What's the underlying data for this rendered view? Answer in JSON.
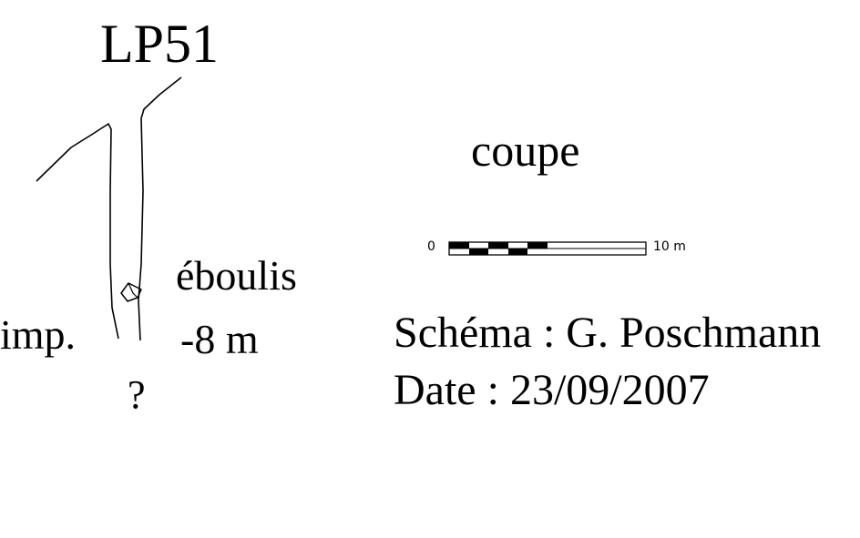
{
  "title": "LP51",
  "view_label": "coupe",
  "scale_bar": {
    "start_label": "0",
    "end_label": "10 m"
  },
  "labels": {
    "debris": "éboulis",
    "impassable": "imp.",
    "depth": "-8 m",
    "unknown": "?"
  },
  "credits": {
    "author": "Schéma : G. Poschmann",
    "date": "Date : 23/09/2007"
  }
}
